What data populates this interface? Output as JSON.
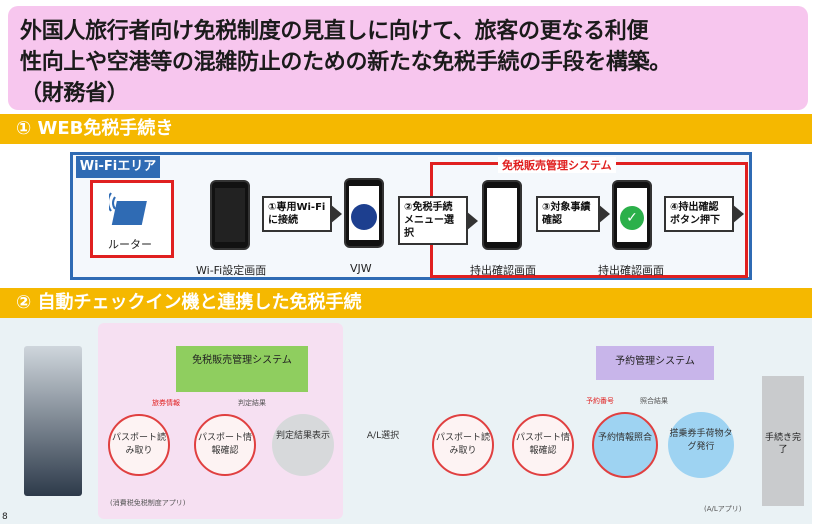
{
  "title": {
    "line1": "外国人旅行者向け免税制度の見直しに向けて、旅客の更なる利便",
    "line2": "性向上や空港等の混雑防止のための新たな免税手続の手段を構築。",
    "line3": "（財務省）"
  },
  "section1": {
    "heading": "① WEB免税手続き",
    "wifi_area": "Wi-Fiエリア",
    "router": "ルーター",
    "system": "免税販売管理システム",
    "steps": [
      "①専用Wi-Fiに接続",
      "②免税手続メニュー選択",
      "③対象事績確認",
      "④持出確認ボタン押下"
    ],
    "captions": [
      "Wi-Fi設定画面",
      "VJW",
      "持出確認画面",
      "持出確認画面"
    ]
  },
  "section2": {
    "heading": "② 自動チェックイン機と連携した免税手続",
    "tax_system": "免税販売管理システム",
    "reservation_system": "予約管理システム",
    "flow": [
      "パスポート読み取り",
      "パスポート情報確認",
      "判定結果表示",
      "A/L選択",
      "パスポート読み取り",
      "パスポート情報確認",
      "予約情報照合",
      "搭乗券手荷物タグ発行",
      "手続き完了"
    ],
    "labels": {
      "judgement": "判定結果",
      "passport_info": "旅券情報",
      "reservation_no": "予約番号",
      "verify_result": "照合結果",
      "app_left": "(消費税免税制度アプリ)",
      "app_right": "(A/Lアプリ)"
    }
  },
  "page_number": "8",
  "colors": {
    "bar": "#f5b800",
    "title_bg": "#f7c6ee",
    "red": "#e02020",
    "blue": "#2f6bb4"
  }
}
